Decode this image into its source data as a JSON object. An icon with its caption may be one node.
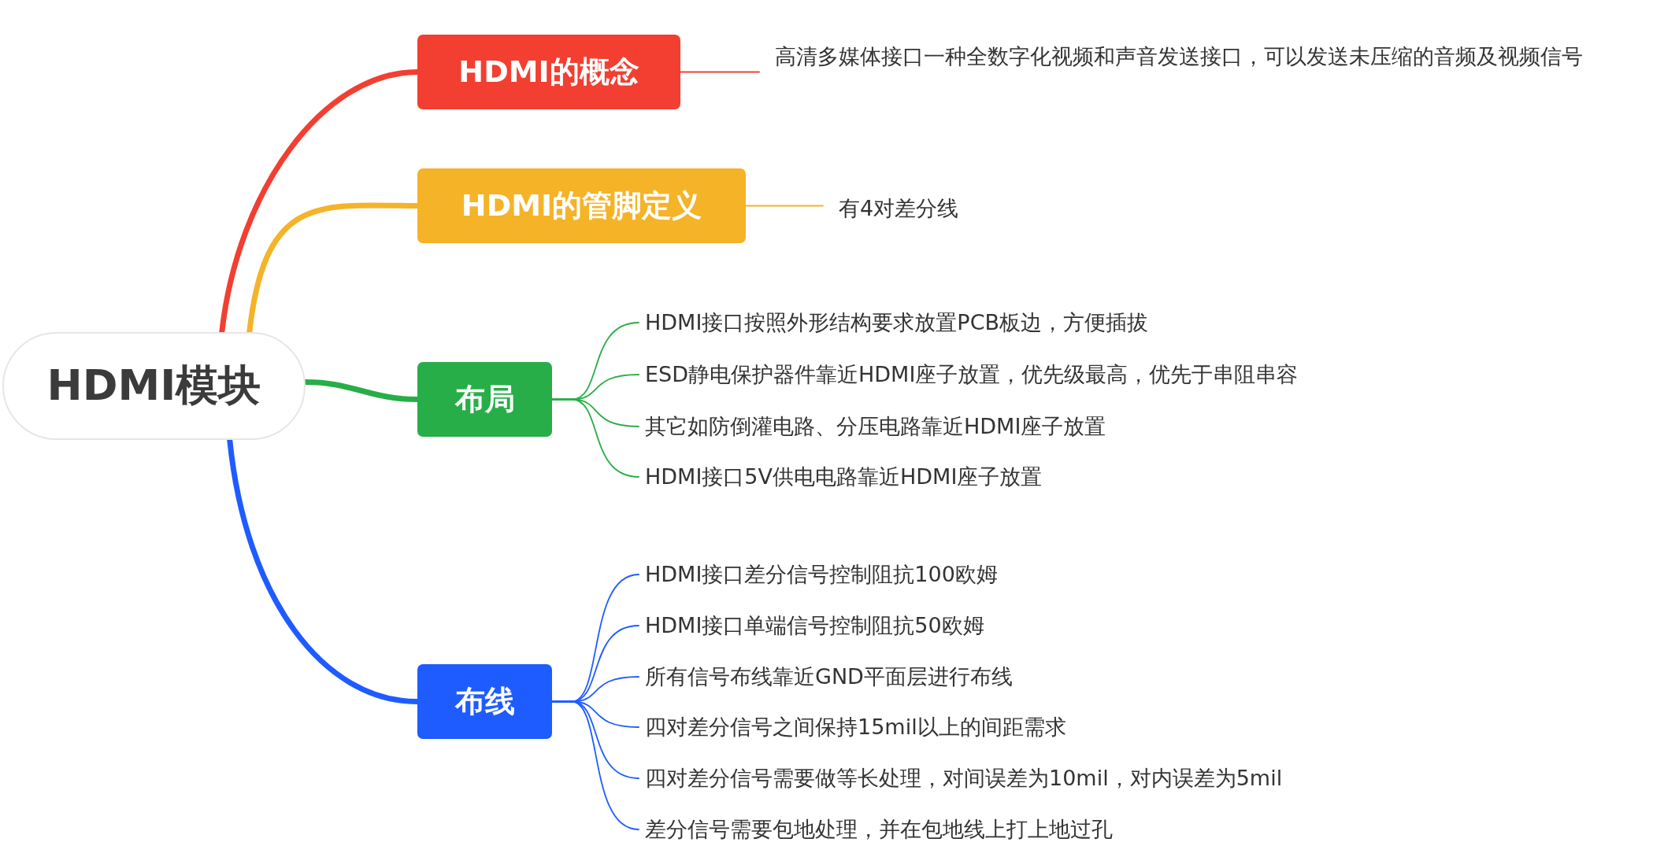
{
  "diagram": {
    "nodes": [
      {
        "text": [
          "HDMI模块"
        ]
      },
      {
        "text": [
          "HDMI的概念"
        ]
      },
      {
        "text": [
          "高清多媒体接口一种全数字化视频和声音发送接口，可以发送未压缩的音频及视频信号"
        ]
      },
      {
        "text": [
          "HDMI的管脚定义"
        ]
      },
      {
        "text": [
          "有4对差分线"
        ]
      },
      {
        "text": [
          "布局"
        ]
      },
      {
        "text": [
          "HDMI接口按照外形结构要求放置PCB板边，方便插拔"
        ]
      },
      {
        "text": [
          "ESD静电保护器件靠近HDMI座子放置，优先级最高，优先于串阻串容"
        ]
      },
      {
        "text": [
          "其它如防倒灌电路、分压电路靠近HDMI座子放置"
        ]
      },
      {
        "text": [
          "HDMI接口5V供电电路靠近HDMI座子放置"
        ]
      },
      {
        "text": [
          "布线"
        ]
      },
      {
        "text": [
          "HDMI接口差分信号控制阻抗100欧姆"
        ]
      },
      {
        "text": [
          "HDMI接口单端信号控制阻抗50欧姆"
        ]
      },
      {
        "text": [
          "所有信号布线靠近GND平面层进行布线"
        ]
      },
      {
        "text": [
          "四对差分信号之间保持15mil以上的间距需求"
        ]
      },
      {
        "text": [
          "四对差分信号需要做等长处理，对间误差为10mil，对内误差为5mil"
        ]
      },
      {
        "text": [
          "差分信号需要包地处理，并在包地线上打上地过孔"
        ]
      }
    ],
    "edges": [
      {
        "from": 0,
        "to": 1,
        "arrow": "none",
        "style": "thick",
        "color": "#f23f31"
      },
      {
        "from": 0,
        "to": 3,
        "arrow": "none",
        "style": "thick",
        "color": "#f5b328"
      },
      {
        "from": 0,
        "to": 5,
        "arrow": "none",
        "style": "thick",
        "color": "#27ae48"
      },
      {
        "from": 0,
        "to": 10,
        "arrow": "none",
        "style": "thick",
        "color": "#1f5cff"
      },
      {
        "from": 1,
        "to": 2,
        "arrow": "none",
        "color": "#f23f31"
      },
      {
        "from": 3,
        "to": 4,
        "arrow": "none",
        "color": "#f5b328"
      },
      {
        "from": 5,
        "to": 6,
        "arrow": "none",
        "color": "#27ae48"
      },
      {
        "from": 5,
        "to": 7,
        "arrow": "none",
        "color": "#27ae48"
      },
      {
        "from": 5,
        "to": 8,
        "arrow": "none",
        "color": "#27ae48"
      },
      {
        "from": 5,
        "to": 9,
        "arrow": "none",
        "color": "#27ae48"
      },
      {
        "from": 10,
        "to": 11,
        "arrow": "none",
        "color": "#1f5cff"
      },
      {
        "from": 10,
        "to": 12,
        "arrow": "none",
        "color": "#1f5cff"
      },
      {
        "from": 10,
        "to": 13,
        "arrow": "none",
        "color": "#1f5cff"
      },
      {
        "from": 10,
        "to": 14,
        "arrow": "none",
        "color": "#1f5cff"
      },
      {
        "from": 10,
        "to": 15,
        "arrow": "none",
        "color": "#1f5cff"
      },
      {
        "from": 10,
        "to": 16,
        "arrow": "none",
        "color": "#1f5cff"
      }
    ]
  }
}
